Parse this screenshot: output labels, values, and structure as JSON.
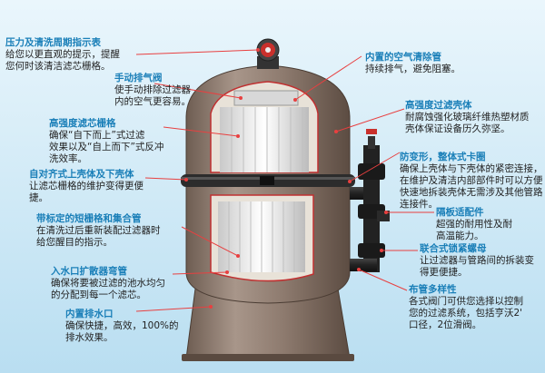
{
  "callouts": {
    "gauge": {
      "title": "压力及清洗周期指示表",
      "desc": "给您以更直观的提示，提醒\n您何时该清洁滤芯栅格。"
    },
    "vent": {
      "title": "手动排气阀",
      "desc": "使手动排除过滤器\n内的空气更容易。"
    },
    "grid": {
      "title": "高强度滤芯栅格",
      "desc": "确保“自下而上”式过滤\n效果以及“自上而下”式反冲\n洗效率。"
    },
    "lid": {
      "title": "自对齐式上壳体及下壳体",
      "desc": "让滤芯栅格的维护变得更便\n捷。"
    },
    "manifold": {
      "title": "带标定的短栅格和集合管",
      "desc": "在清洗过后重新装配过滤器时\n给您醒目的指示。"
    },
    "inlet": {
      "title": "入水口扩散器弯管",
      "desc": "确保将要被过滤的池水均匀\n的分配到每一个滤芯。"
    },
    "drain": {
      "title": "内置排水口",
      "desc": "确保快捷，高效，100%的\n排水效果。"
    },
    "airtube": {
      "title": "内置的空气清除管",
      "desc": "持续排气，避免阻塞。"
    },
    "tank": {
      "title": "高强度过滤壳体",
      "desc": "耐腐蚀强化玻璃纤维热塑材质\n壳体保证设备历久弥坚。"
    },
    "clamp": {
      "title": "防变形，整体式卡圈",
      "desc": "确保上壳体与下壳体的紧密连接，\n在维护及清洁内部部件时可以方便\n快速地拆装壳体无需涉及其他管路\n连接件。"
    },
    "bulkhead": {
      "title": "隔板适配件",
      "desc": "超强的耐用性及耐\n高温能力。"
    },
    "union": {
      "title": "联合式锁紧螺母",
      "desc": "让过滤器与管路间的拆装变\n得更便捷。"
    },
    "plumbing": {
      "title": "布管多样性",
      "desc": "各式阀门可供您选择以控制\n您的过滤系统，包括亨沃2'\n口径，2位滑阀。"
    }
  },
  "colors": {
    "accent": "#1a7fb8",
    "leader": "#e84040",
    "tank": "#8d7a6e",
    "background": "#cfe9f6"
  }
}
